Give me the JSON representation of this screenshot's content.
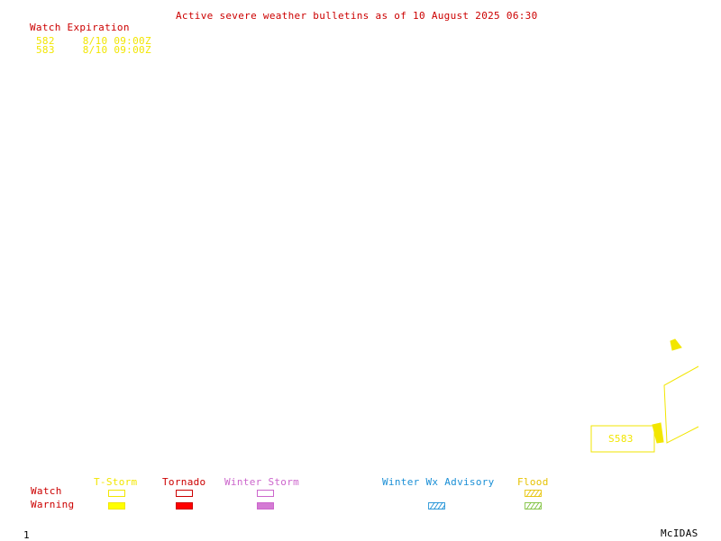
{
  "header": {
    "title": "Active severe weather bulletins as of 10 August 2025 06:30"
  },
  "watch_expiration": {
    "heading": "Watch Expiration",
    "rows": [
      {
        "id": "582",
        "time": "8/10 09:00Z"
      },
      {
        "id": "583",
        "time": "8/10 09:00Z"
      }
    ]
  },
  "map": {
    "watch_label": "S583"
  },
  "legend": {
    "row_watch": "Watch",
    "row_warning": "Warning",
    "columns": {
      "tstorm": "T-Storm",
      "tornado": "Tornado",
      "winter_storm": "Winter Storm",
      "winter_wx_advisory": "Winter Wx Advisory",
      "flood": "Flood"
    },
    "colors": {
      "tstorm": "#ffff00",
      "tornado": "#ff0000",
      "winter_storm": "#d47bd4",
      "winter_wx_advisory": "#1a8fd6",
      "flood": "#7cbf3a"
    }
  },
  "footer": {
    "frame_number": "1",
    "credit": "McIDAS"
  }
}
